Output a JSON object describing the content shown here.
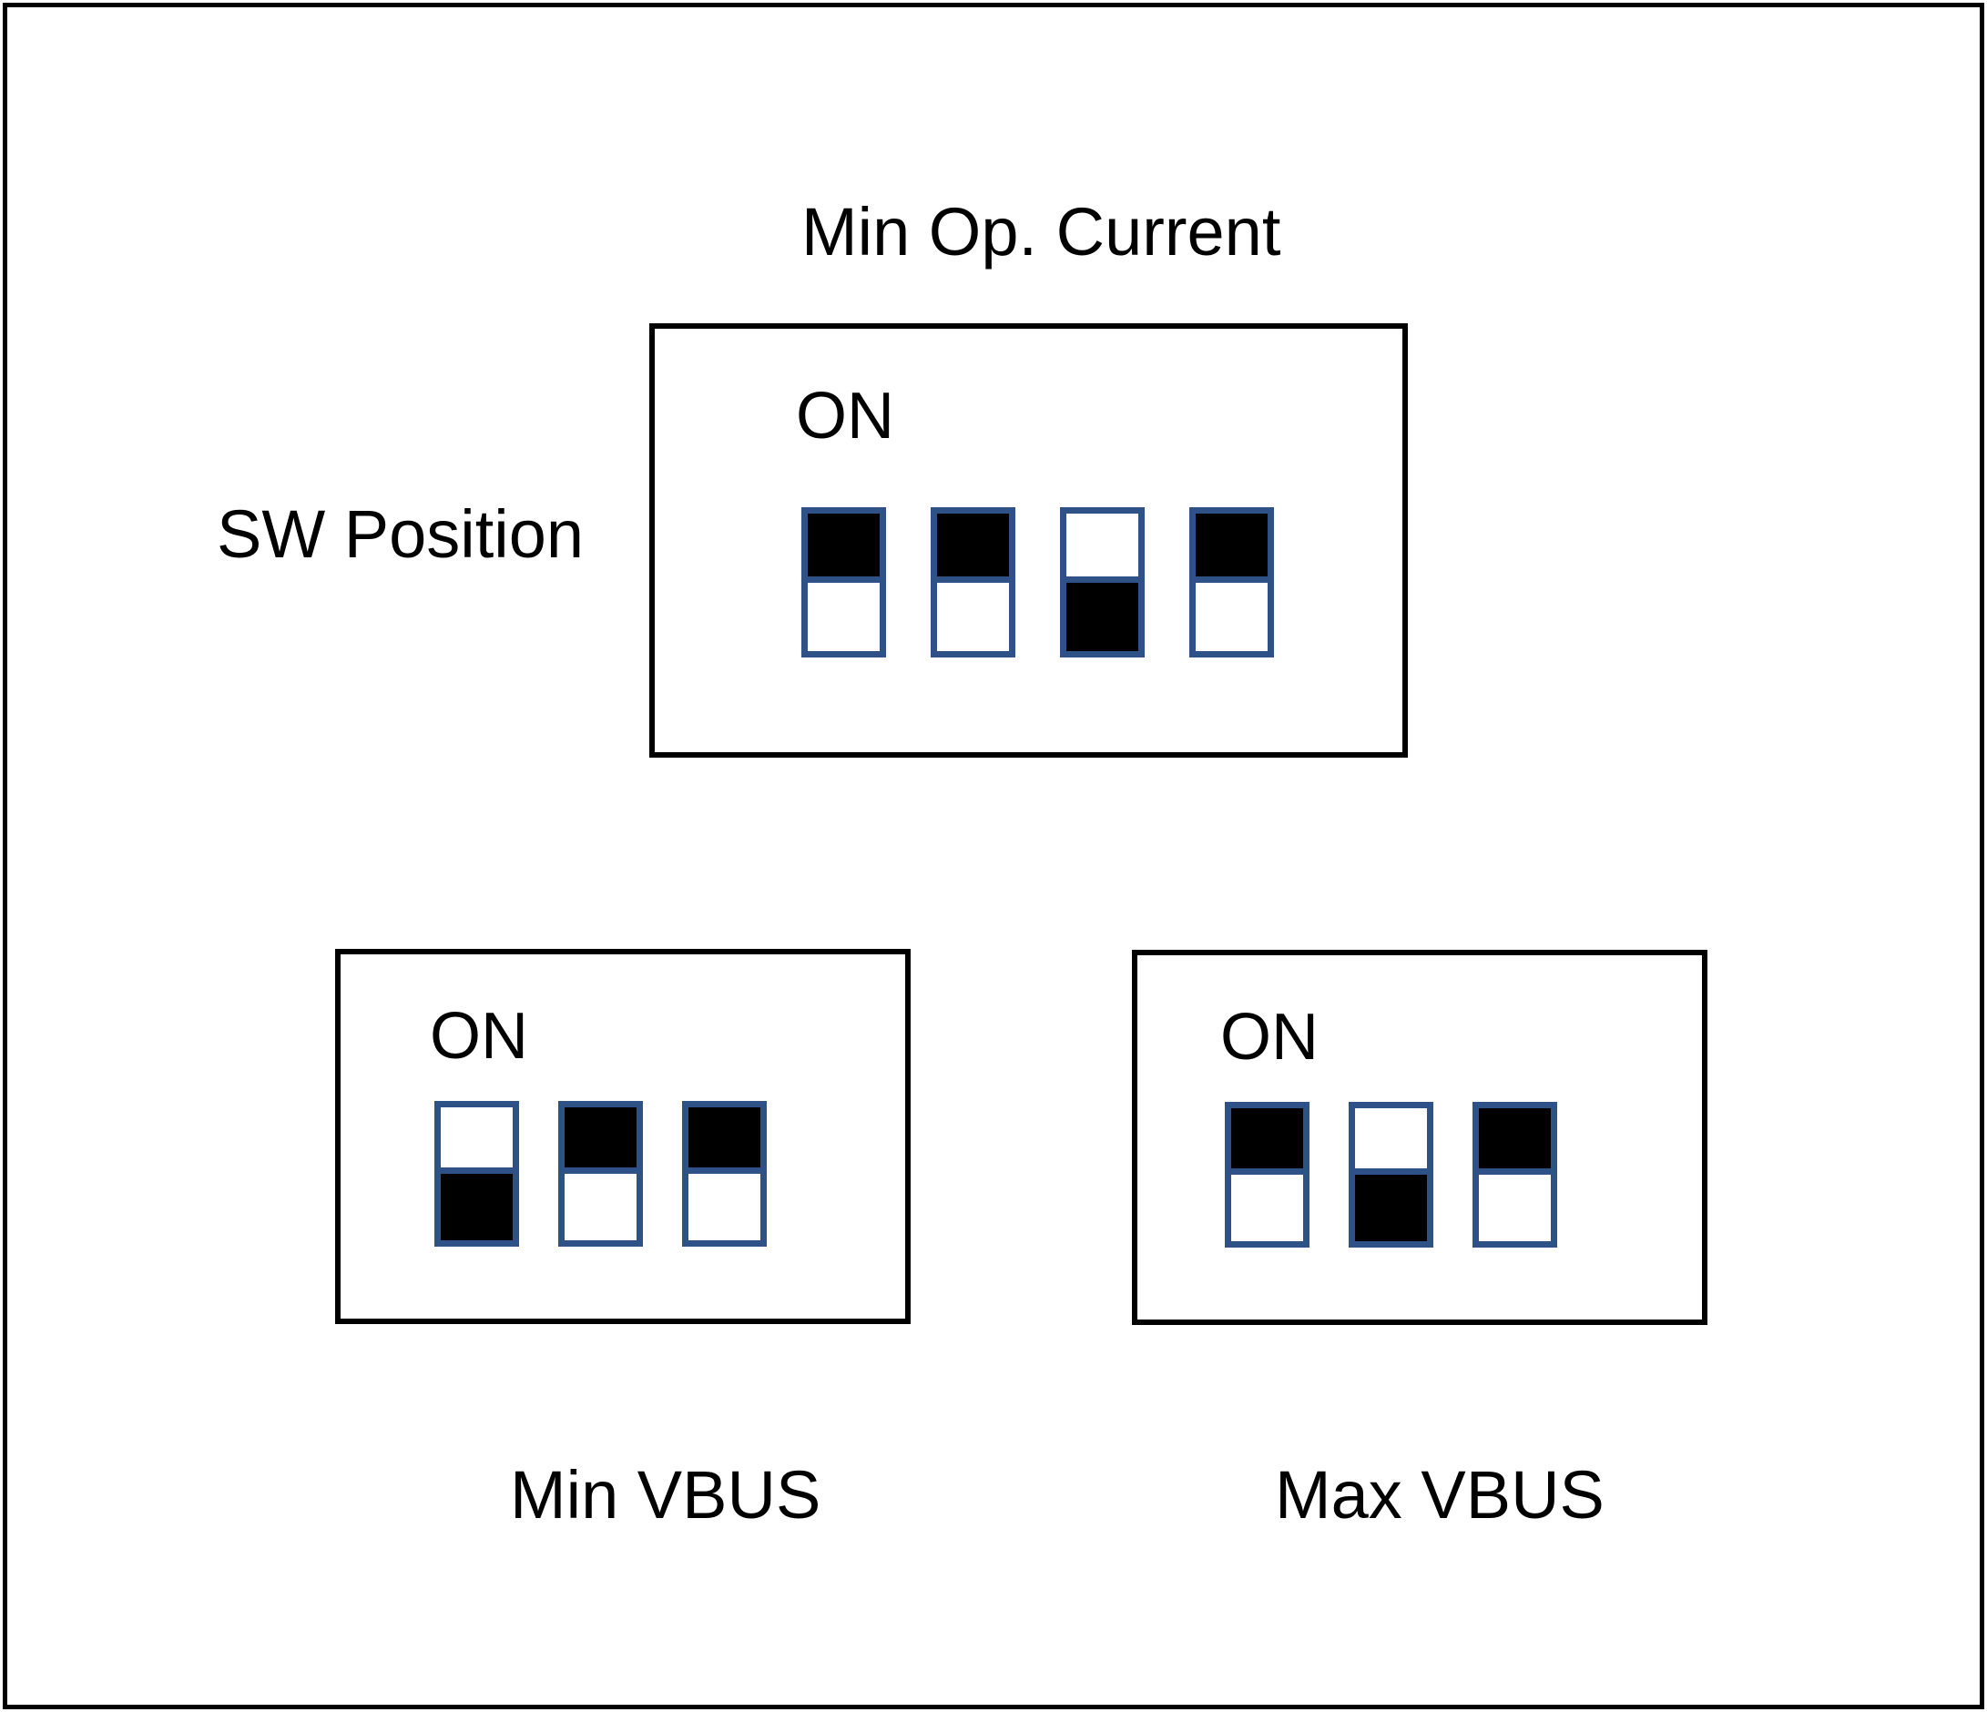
{
  "page": {
    "background_color": "#ffffff",
    "frame_color": "#000000"
  },
  "colors": {
    "switch_border": "#2E5288",
    "actuator_fill": "#000000",
    "block_outline": "#000000",
    "text": "#000000"
  },
  "title": {
    "text": "Min Op. Current"
  },
  "side_label": {
    "text": "SW Position"
  },
  "blocks": [
    {
      "id": "min-op-current",
      "on_label": "ON",
      "caption": "",
      "switch_count": 4,
      "switches": [
        {
          "index": 1,
          "position": "ON",
          "top": "filled",
          "bottom": "empty"
        },
        {
          "index": 2,
          "position": "ON",
          "top": "filled",
          "bottom": "empty"
        },
        {
          "index": 3,
          "position": "OFF",
          "top": "empty",
          "bottom": "filled"
        },
        {
          "index": 4,
          "position": "ON",
          "top": "filled",
          "bottom": "empty"
        }
      ]
    },
    {
      "id": "min-vbus",
      "on_label": "ON",
      "caption": "Min VBUS",
      "switch_count": 3,
      "switches": [
        {
          "index": 1,
          "position": "OFF",
          "top": "empty",
          "bottom": "filled"
        },
        {
          "index": 2,
          "position": "ON",
          "top": "filled",
          "bottom": "empty"
        },
        {
          "index": 3,
          "position": "ON",
          "top": "filled",
          "bottom": "empty"
        }
      ]
    },
    {
      "id": "max-vbus",
      "on_label": "ON",
      "caption": "Max VBUS",
      "switch_count": 3,
      "switches": [
        {
          "index": 1,
          "position": "ON",
          "top": "filled",
          "bottom": "empty"
        },
        {
          "index": 2,
          "position": "OFF",
          "top": "empty",
          "bottom": "filled"
        },
        {
          "index": 3,
          "position": "ON",
          "top": "filled",
          "bottom": "empty"
        }
      ]
    }
  ]
}
